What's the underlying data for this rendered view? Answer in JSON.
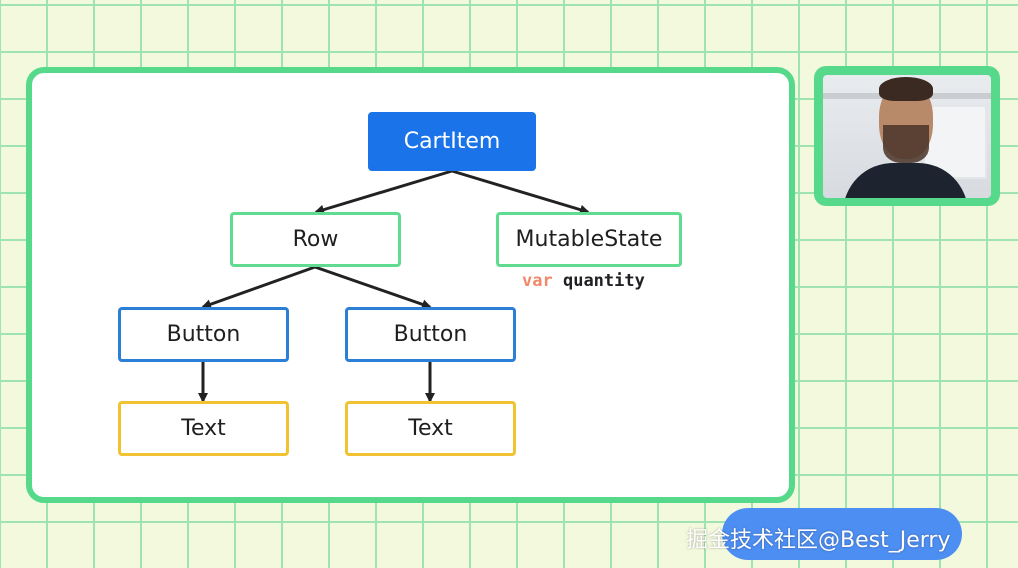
{
  "diagram": {
    "root": "CartItem",
    "row": "Row",
    "state": "MutableState",
    "state_code_keyword": "var",
    "state_code_name": "quantity",
    "button_left": "Button",
    "button_right": "Button",
    "text_left": "Text",
    "text_right": "Text"
  },
  "watermark": "掘金技术社区@Best_Jerry",
  "colors": {
    "root_fill": "#1a73e8",
    "green_border": "#5fdc8f",
    "blue_border": "#2c7fd6",
    "yellow_border": "#f1c232",
    "frame_green": "#57d98b"
  }
}
